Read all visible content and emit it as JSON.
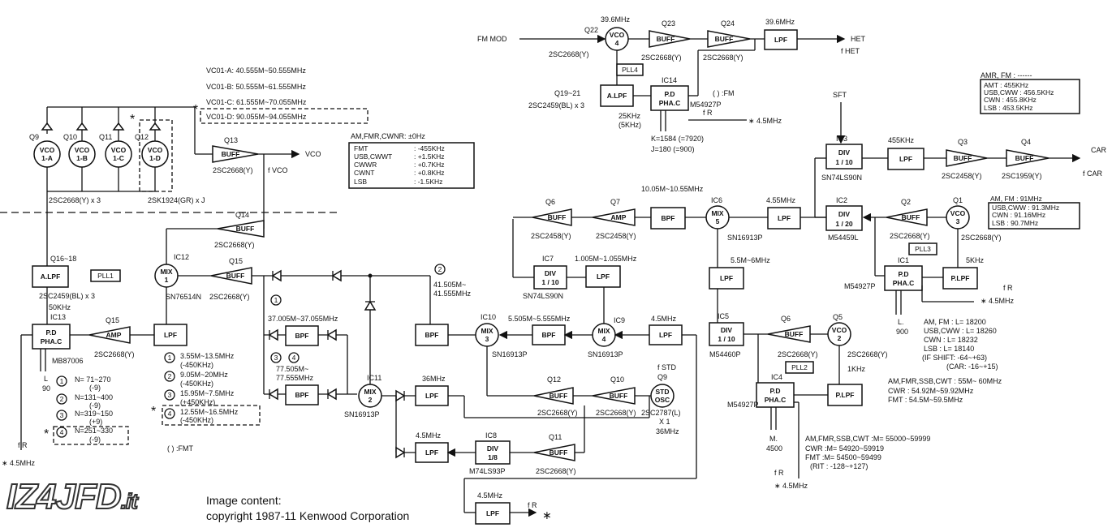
{
  "logo": {
    "main": "IZ4JFD",
    "suffix": ".it"
  },
  "copyright": {
    "line1": "Image content:",
    "line2": "copyright 1987-11 Kenwood Corporation"
  },
  "blocks": {
    "vco4": [
      "VCO",
      "4"
    ],
    "buff_q23": "BUFF",
    "buff_q24": "BUFF",
    "lpf_het": "LPF",
    "alpf_top": [
      "A.LPF"
    ],
    "pd_ic14": [
      "P.D",
      "PHA.C"
    ],
    "vco1a": [
      "VCO",
      "1-A"
    ],
    "vco1b": [
      "VCO",
      "1-B"
    ],
    "vco1c": [
      "VCO",
      "1-C"
    ],
    "vco1d": [
      "VCO",
      "1-D"
    ],
    "buff_q13": "BUFF",
    "buff_q14": "BUFF",
    "mix1": [
      "MIX",
      "1"
    ],
    "buff_q15": "BUFF",
    "alpf_ic": "A.LPF",
    "pd_ic13": [
      "P.D",
      "PHA.C"
    ],
    "amp_q15": "AMP",
    "lpf_mix1": "LPF",
    "bpf1": "BPF",
    "bpf2": "BPF",
    "mix2": [
      "MIX",
      "2"
    ],
    "bpf_mix3": "BPF",
    "mix3": [
      "MIX",
      "3"
    ],
    "bpf_3": "BPF",
    "mix4": [
      "MIX",
      "4"
    ],
    "lpf_mix4": "LPF",
    "div_ic7": [
      "DIV",
      "1 / 10"
    ],
    "lpf_ic7": "LPF",
    "buff_q6l": "BUFF",
    "amp_q7": "AMP",
    "bpf_mix5": "BPF",
    "mix5": [
      "MIX",
      "5"
    ],
    "lpf_mix5": "LPF",
    "lpf_mix5b": "LPF",
    "div_ic5": [
      "DIV",
      "1 / 10"
    ],
    "buff_q6r": "BUFF",
    "vco2": [
      "VCO",
      "2"
    ],
    "pd_ic4": [
      "P.D",
      "PHA.C"
    ],
    "plpf_ic4": "P.LPF",
    "lpf_ic11": "LPF",
    "buff_q12": "BUFF",
    "buff_q10": "BUFF",
    "std_osc": [
      "STD",
      "OSC"
    ],
    "lpf_45": "LPF",
    "div_ic8": [
      "DIV",
      "1/8"
    ],
    "buff_q11": "BUFF",
    "lpf_fr": "LPF",
    "div_ic3": [
      "DIV",
      "1 / 10"
    ],
    "lpf_car": "LPF",
    "buff_q3": "BUFF",
    "buff_q4": "BUFF",
    "div_ic2": [
      "DIV",
      "1 / 20"
    ],
    "buff_q2": "BUFF",
    "vco3": [
      "VCO",
      "3"
    ],
    "pd_ic1": [
      "P.D",
      "PHA.C"
    ],
    "plpf_ic1": "P.LPF"
  },
  "labels": {
    "fm_mod": "FM MOD",
    "q22": "Q22",
    "vco4_f": "39.6MHz",
    "q23": "Q23",
    "q24": "Q24",
    "het_f": "39.6MHz",
    "het": "HET",
    "het_ref": "f HET",
    "q22_t": "2SC2668(Y)",
    "q23_t": "2SC2668(Y)",
    "q24_t": "2SC2668(Y)",
    "pll4": "PLL4",
    "ic14": "IC14",
    "fm_note": "( ) :FM",
    "q19": "Q19~21",
    "q19_t": "2SC2459(BL) x 3",
    "ic14_t": "M54927P",
    "fr_top": "f R",
    "fr_top_v": "∗ 4.5MHz",
    "fr25": "25KHz",
    "fr25b": "(5KHz)",
    "k_val": "K=1584 (=7920)",
    "j_val": "J=180 (=900)",
    "vco1a_r": "VC01-A: 40.555M~50.555MHz",
    "vco1b_r": "VC01-B: 50.555M~61.555MHz",
    "vco1c_r": "VC01-C: 61.555M~70.055MHz",
    "vco1d_r": "VC01-D: 90.055M~94.055MHz",
    "n1": "1",
    "n2": "2",
    "n3": "3",
    "n4": "4",
    "amfmr": "AM,FMR,CWNR: ±0Hz",
    "fmt": "FMT",
    "fmt_v": ": -455KHz",
    "usb": "USB,CWWT",
    "usb_v": ": +1.5KHz",
    "cwwr": "CWWR",
    "cwwr_v": ": +0.7KHz",
    "cwnt": "CWNT",
    "cwnt_v": ": +0.8KHz",
    "lsb": "LSB",
    "lsb_v": ": -1.5KHz",
    "q9": "Q9",
    "q10": "Q10",
    "q11": "Q11",
    "q12": "Q12",
    "q13": "Q13",
    "vco_out": "VCO",
    "fvco": "f VCO",
    "q13_t": "2SC2668(Y)",
    "q9_t": "2SC2668(Y) x 3",
    "ic_sk": "2SK1924(GR) x J",
    "q14": "Q14",
    "q14_t": "2SC2668(Y)",
    "q16": "Q16~18",
    "pll1": "PLL1",
    "alpf_t": "2SC2459(BL) x 3",
    "f50k": "50KHz",
    "ic12": "IC12",
    "q15b": "Q15",
    "ic12_t": "SN76514N",
    "q15b_t": "2SC2668(Y)",
    "ic13": "IC13",
    "q15": "Q15",
    "q15_t": "2SC2668(Y)",
    "ic13_t": "MB87006",
    "l90": "L",
    "l90b": "90",
    "nv1": "N= 71~270",
    "nv1b": "(-9)",
    "nv2": "N=131~400",
    "nv2b": "(-9)",
    "nv3": "N=319~150",
    "nv3b": "(+9)",
    "nv4": "N=251~330",
    "nv4b": "(-9)",
    "fr_left": "f R",
    "fr_left_v": "∗ 4.5MHz",
    "r1": "3.55M~13.5MHz",
    "r1b": "(-450KHz)",
    "r2": "9.05M~20MHz",
    "r2b": "(-450KHz)",
    "r3": "15.95M~7.5MHz",
    "r3b": "(+450KHz)",
    "r4": "12.55M~16.5MHz",
    "r4b": "(-450KHz)",
    "fmt_note": "( ) :FMT",
    "f37": "37.005M~37.055MHz",
    "f77": "77.505M~",
    "f77b": "77.555MHz",
    "f41": "41.505M~",
    "f41b": "41.555MHz",
    "ic11": "IC11",
    "ic11_t": "SN16913P",
    "f36": "36MHz",
    "ic10": "IC10",
    "ic10_t": "SN16913P",
    "f555": "5.505M~5.555MHz",
    "ic9": "IC9",
    "ic9_t": "SN16913P",
    "f45a": "4.5MHz",
    "ic7": "IC7",
    "ic7_t": "SN74LS90N",
    "f1005": "1.005M~1.055MHz",
    "q6l": "Q6",
    "q6l_t": "2SC2458(Y)",
    "q7": "Q7",
    "q7_t": "2SC2458(Y)",
    "f1005m": "10.05M~10.55MHz",
    "ic6": "IC6",
    "ic6_t": "SN16913P",
    "f455m": "4.55MHz",
    "f55": "5.5M~6MHz",
    "ic5": "IC5",
    "ic5_t": "M54460P",
    "q6r": "Q6",
    "q6r_t": "2SC2668(Y)",
    "q5": "Q5",
    "q5_t": "2SC2668(Y)",
    "pll2": "PLL2",
    "f1k": "1KHz",
    "ic4": "IC4",
    "ic4_t": "M54927P",
    "q12b": "Q12",
    "q12b_t": "2SC2668(Y)",
    "q10b": "Q10",
    "q10b_t": "2SC2668(Y)",
    "q9b": "Q9",
    "fstd": "f STD",
    "q9b_t": "2SC2787(L)",
    "x1": "X 1",
    "f36b": "36MHz",
    "f45b": "4.5MHz",
    "ic8": "IC8",
    "ic8_t": "M74LS93P",
    "q11b": "Q11",
    "q11b_t": "2SC2668(Y)",
    "f45c": "4.5MHz",
    "fr_bot": "f R",
    "fr_bot_s": "∗",
    "m4500": "M.",
    "m4500b": "4500",
    "fr_ic4": "f R",
    "fr_ic4_v": "∗ 4.5MHz",
    "mode_a": "AM,FMR,SSB,CWT : 55M~ 60MHz",
    "mode_b": "CWR : 54.92M~59.92MHz",
    "mode_c": "FMT : 54.5M~59.5MHz",
    "m_a": "AM,FMR,SSB,CWT :M= 55000~59999",
    "m_b": "CWR :M= 54920~59919",
    "m_c": "FMT :M= 54500~59499",
    "m_d": "(RIT : -128~+127)",
    "sft": "SFT",
    "ic3": "IC3",
    "ic3_t": "SN74LS90N",
    "f455k": "455KHz",
    "q3": "Q3",
    "q3_t": "2SC2458(Y)",
    "q4": "Q4",
    "q4_t": "2SC1959(Y)",
    "car": "CAR",
    "fcar": "f CAR",
    "ic2": "IC2",
    "ic2_t": "M54459L",
    "q2": "Q2",
    "q2_t": "2SC2668(Y)",
    "q1": "Q1",
    "q1_t": "2SC2668(Y)",
    "pll3": "PLL3",
    "f5k": "5KHz",
    "ic1": "IC1",
    "ic1_t": "M54927P",
    "fr_ic1": "f R",
    "fr_ic1_v": "∗ 4.5MHz",
    "amr_fm": "AMR, FM : ------",
    "amt": "AMT : 455KHz",
    "usbcww": "USB,CWW : 456.5KHz",
    "cwn": "CWN : 455.8KHz",
    "lsb2": "LSB : 453.5KHz",
    "amfm_f": "AM, FM : 91MHz",
    "usb_f": "USB,CWW : 91.3MHz",
    "cwn_f": "CWN : 91.16MHz",
    "lsb_f": "LSB : 90.7MHz",
    "l900": "L.",
    "l900b": "900",
    "la": "AM, FM : L= 18200",
    "lb": "USB,CWW : L= 18260",
    "lc": "CWN : L= 18232",
    "ld": "LSB : L= 18140",
    "le": "(IF SHIFT: -64~+63)",
    "lf": "(CAR: -16~+15)"
  }
}
